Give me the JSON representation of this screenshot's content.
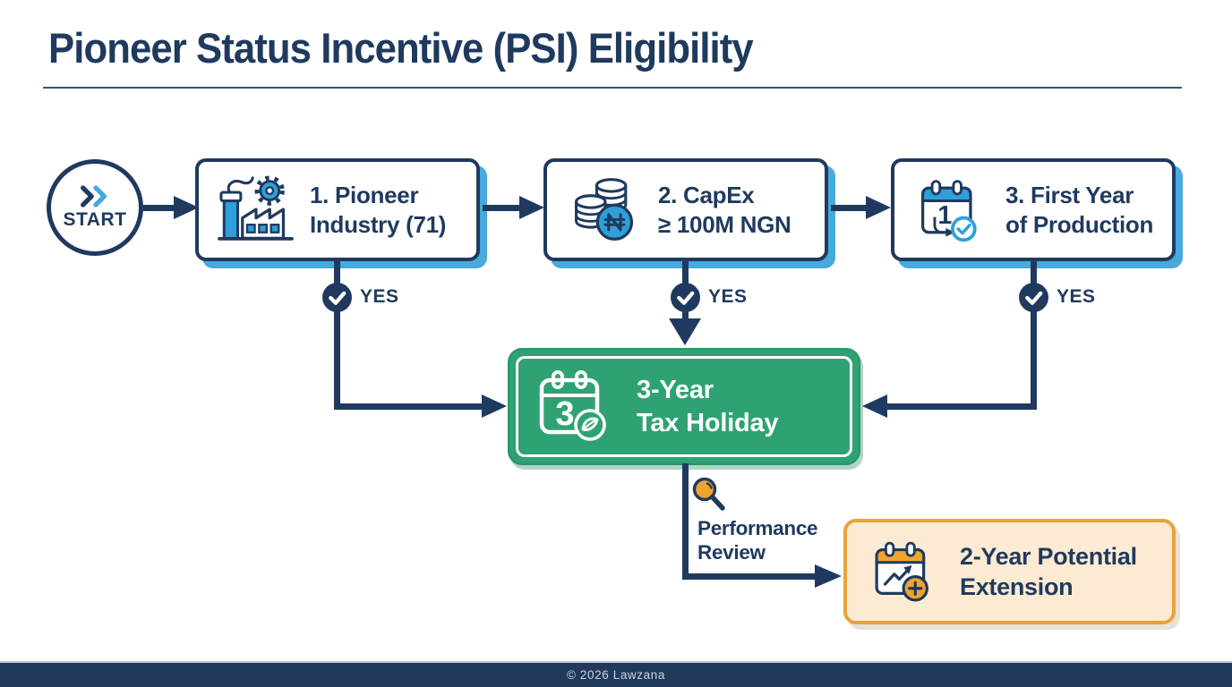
{
  "title": "Pioneer Status Incentive (PSI) Eligibility",
  "flow": {
    "start": {
      "label": "START",
      "icon": "fast-forward-chevrons-icon"
    },
    "steps": [
      {
        "label": "1. Pioneer\nIndustry (71)",
        "icon": "factory-gear-icon",
        "branch_label": "YES"
      },
      {
        "label": "2. CapEx\n≥ 100M NGN",
        "icon": "coin-stacks-naira-icon",
        "branch_label": "YES"
      },
      {
        "label": "3. First Year\nof Production",
        "icon": "calendar-year-one-check-icon",
        "branch_label": "YES"
      }
    ],
    "outcome": {
      "label": "3-Year\nTax Holiday",
      "icon": "calendar-three-leaf-icon"
    },
    "review": {
      "label": "Performance\nReview",
      "icon": "magnifier-icon"
    },
    "extension": {
      "label": "2-Year Potential\nExtension",
      "icon": "calendar-growth-plus-icon"
    }
  },
  "footer": {
    "copyright": "© 2026 Lawzana"
  },
  "colors": {
    "navy": "#1F3A5E",
    "light_blue": "#47A9DD",
    "icon_blue": "#2E9FD9",
    "green": "#2EA273",
    "green_edge": "#2A9568",
    "orange_border": "#E8A23C",
    "orange_fill": "#F0A32F",
    "cream": "#FCEBD2",
    "rule": "#3D5472",
    "footer_bg": "#21395B",
    "footer_text": "#CBD4E0"
  }
}
